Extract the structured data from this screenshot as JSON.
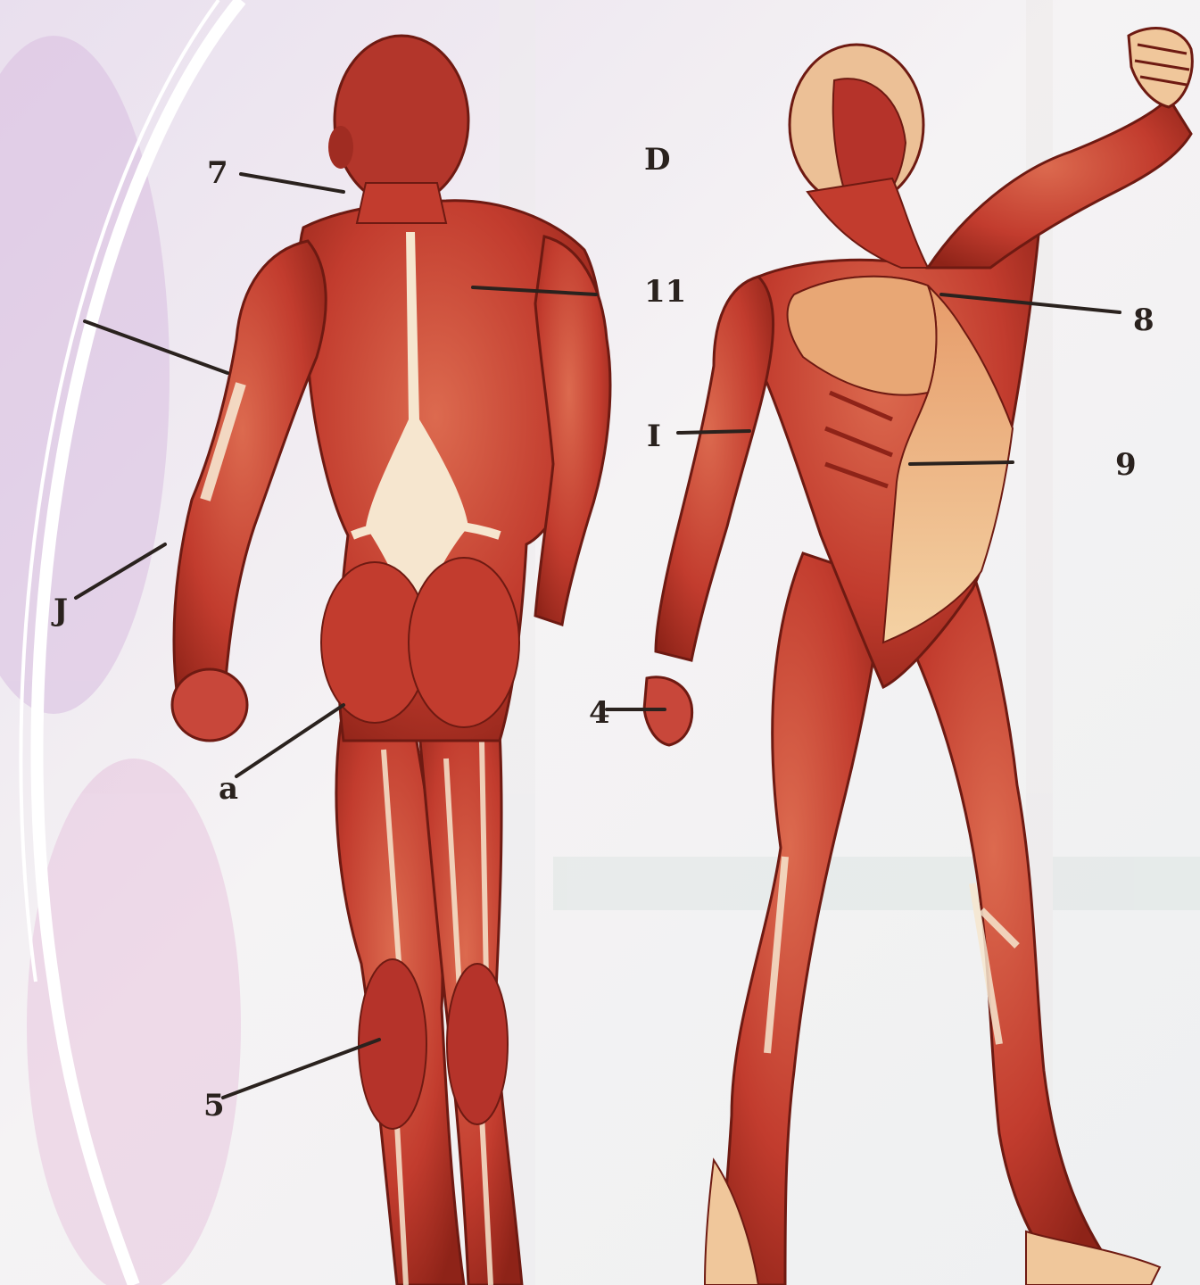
{
  "figure": {
    "subject": "human musculature, posterior and anterior views",
    "labels": [
      {
        "id": "neck-back",
        "text": "7"
      },
      {
        "id": "upper-arm-back",
        "text": ""
      },
      {
        "id": "forearm-back",
        "text": "J"
      },
      {
        "id": "gluteal",
        "text": "a"
      },
      {
        "id": "calf-back",
        "text": "5"
      },
      {
        "id": "top-center",
        "text": "D"
      },
      {
        "id": "upper-back",
        "text": "11"
      },
      {
        "id": "front-arm",
        "text": "I"
      },
      {
        "id": "front-hand",
        "text": "4"
      },
      {
        "id": "front-chest",
        "text": "8"
      },
      {
        "id": "front-abdomen",
        "text": "9"
      }
    ]
  },
  "colors": {
    "muscle": "#c23c2e",
    "muscle_dark": "#8e2318",
    "muscle_light": "#dc6a4f",
    "tendon": "#f6e6cf",
    "fascia": "#f0c79b",
    "ink": "#2a221e",
    "background": "#f3f1f4",
    "purple_wash": "#d8bde0",
    "pink_wash": "#e7c4de"
  }
}
